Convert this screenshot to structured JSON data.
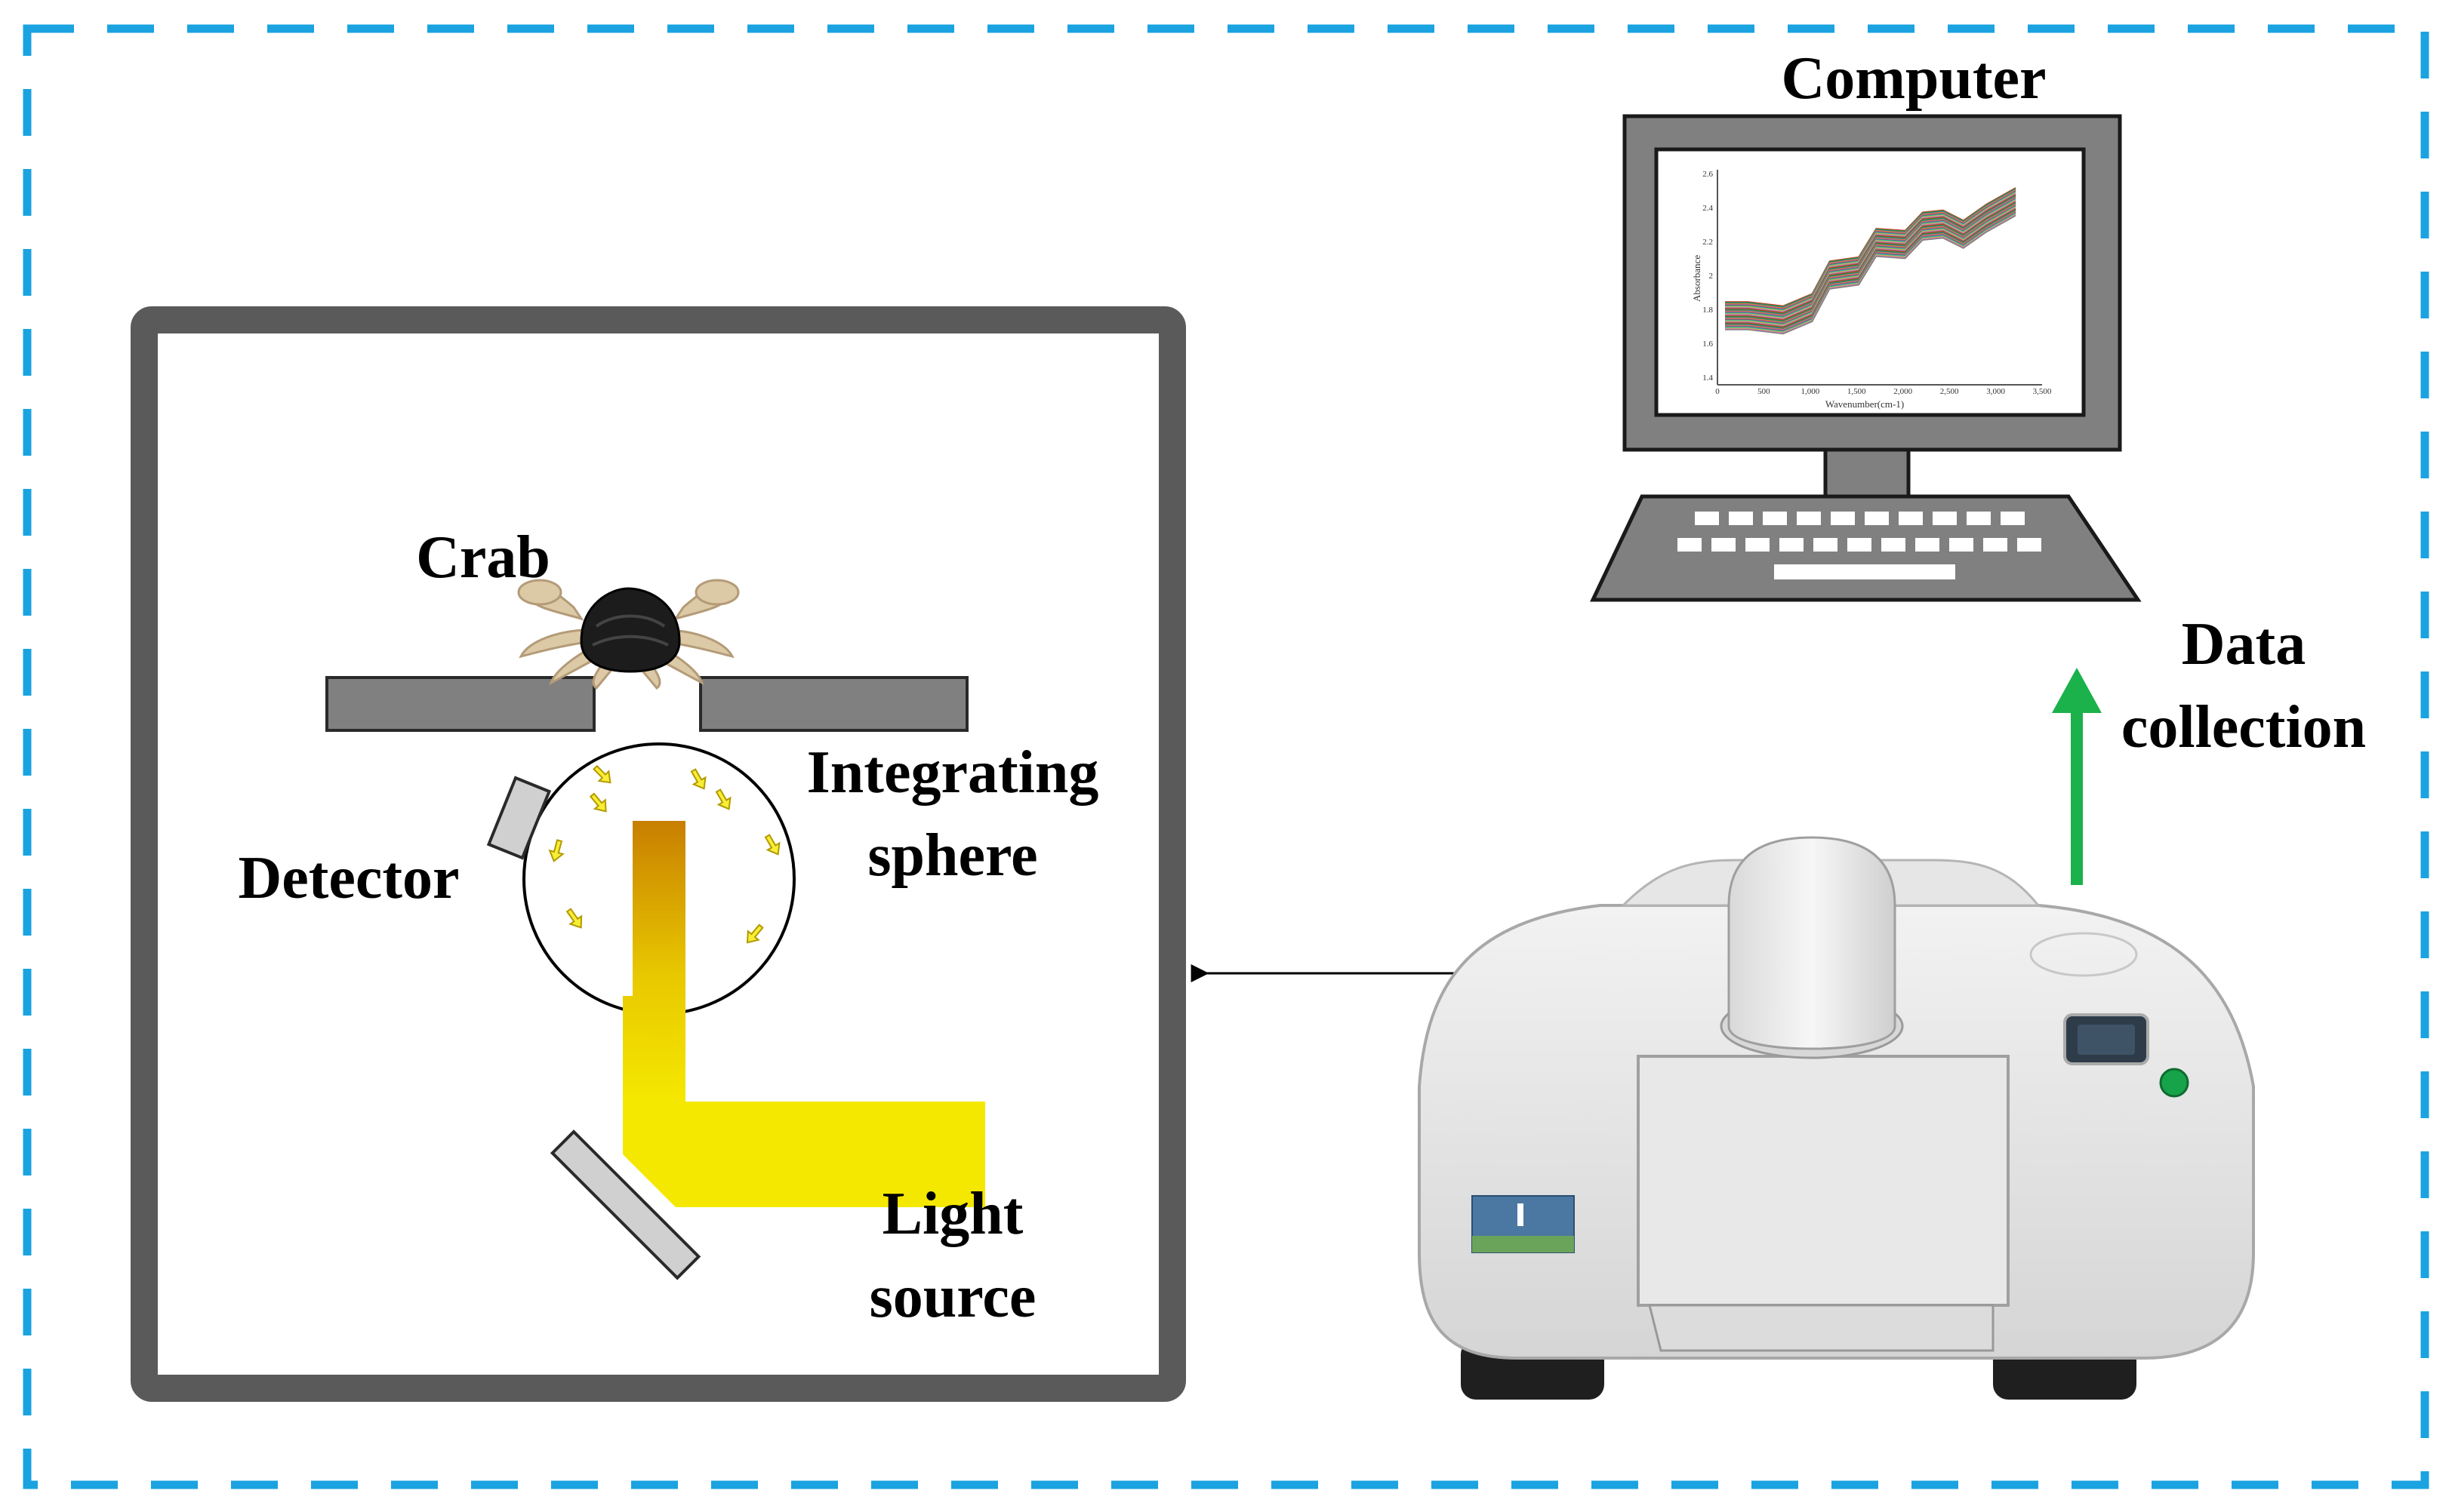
{
  "labels": {
    "crab": "Crab",
    "detector": "Detector",
    "integrating_line1": "Integrating",
    "integrating_line2": "sphere",
    "light_line1": "Light",
    "light_line2": "source",
    "computer": "Computer",
    "data_line1": "Data",
    "data_line2": "collection"
  },
  "screen_plot": {
    "ylabel": "Absorbance",
    "xlabel": "Wavenumber(cm-1)",
    "yticks": [
      "2.6",
      "2.4",
      "2.2",
      "2",
      "1.8",
      "1.6",
      "1.4"
    ],
    "xticks": [
      "0",
      "500",
      "1,000",
      "1,500",
      "2,000",
      "2,500",
      "3,000",
      "3,500"
    ]
  },
  "colors": {
    "frame_dash": "#1aa3e0",
    "box_border": "#5a5a5a",
    "device_gray": "#808080",
    "light_beam": "#f5e800",
    "light_beam_dark": "#c87f00",
    "arrow_green": "#1bb14b",
    "small_arrow": "#f7ee35"
  }
}
